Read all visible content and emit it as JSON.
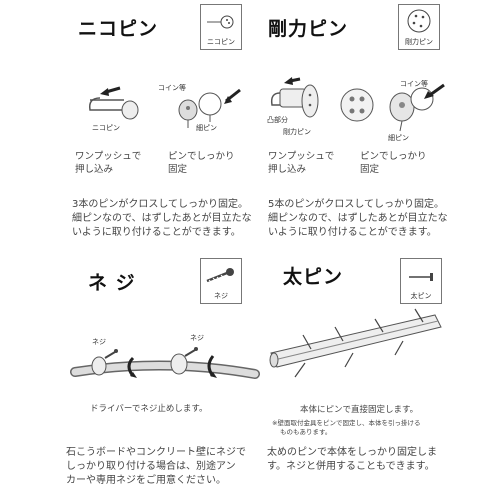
{
  "nico": {
    "title": "ニコピン",
    "thumb_label": "ニコピン",
    "fig_label_pin": "ニコピン",
    "fig_label_coin": "コイン等",
    "fig_label_thin": "細ピン",
    "cap_left": [
      "ワンプッシュで",
      "押し込み"
    ],
    "cap_right": [
      "ピンでしっかり",
      "固定"
    ],
    "body": [
      "3本のピンがクロスしてしっかり固定。",
      "細ピンなので、はずしたあとが目立たな",
      "いように取り付けることができます。"
    ]
  },
  "gouriki": {
    "title": "剛力ピン",
    "thumb_label": "剛力ピン",
    "fig_label_convex": "凸部分",
    "fig_label_pin": "剛力ピン",
    "fig_label_coin": "コイン等",
    "fig_label_thin": "細ピン",
    "cap_left": [
      "ワンプッシュで",
      "押し込み"
    ],
    "cap_right": [
      "ピンでしっかり",
      "固定"
    ],
    "body": [
      "5本のピンがクロスしてしっかり固定。",
      "細ピンなので、はずしたあとが目立たな",
      "いように取り付けることができます。"
    ]
  },
  "neji": {
    "title": "ネ ジ",
    "thumb_label": "ネジ",
    "fig_label_1": "ネジ",
    "fig_label_2": "ネジ",
    "caption": "ドライバーでネジ止めします。",
    "body": [
      "石こうボードやコンクリート壁にネジで",
      "しっかり取り付ける場合は、別途アン",
      "カーや専用ネジをご用意ください。"
    ]
  },
  "futopin": {
    "title": "太ピン",
    "thumb_label": "太ピン",
    "caption": "本体にピンで直接固定します。",
    "note": [
      "※壁面取付金具をピンで固定し、本体を引っ掛ける",
      "ものもあります。"
    ],
    "body": [
      "太めのピンで本体をしっかり固定しま",
      "す。ネジと併用することもできます。"
    ]
  }
}
